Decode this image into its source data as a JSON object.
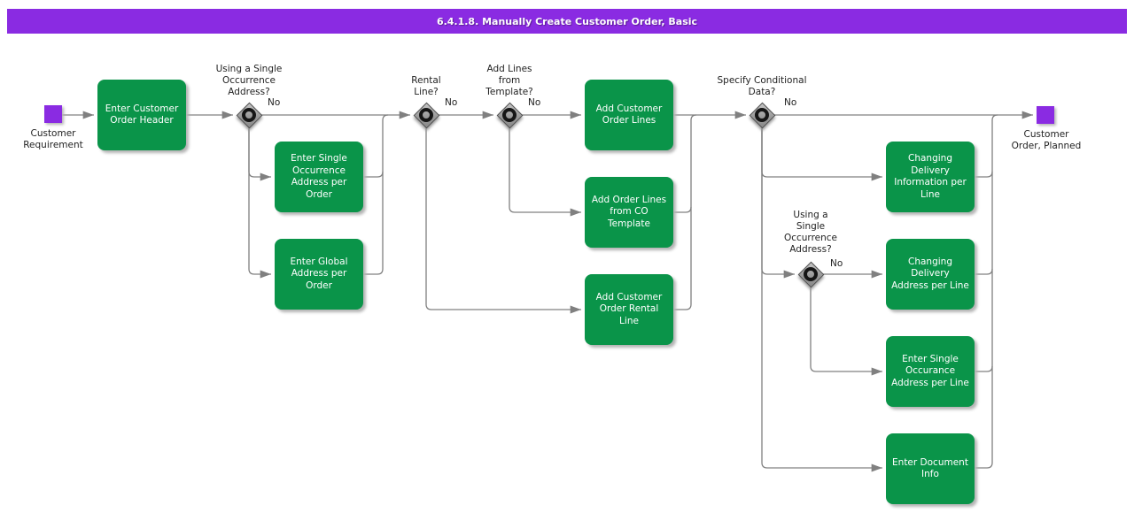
{
  "title_bar": {
    "text": "6.4.1.8. Manually Create Customer Order, Basic"
  },
  "colors": {
    "accent_purple": "#8a2be2",
    "task_green": "#0a9449",
    "connector_gray": "#808080"
  },
  "terminals": {
    "start": {
      "label": "Customer\nRequirement"
    },
    "end": {
      "label": "Customer\nOrder, Planned"
    }
  },
  "tasks": [
    {
      "label": "Enter Customer\nOrder Header"
    },
    {
      "label": "Enter Single\nOccurrence\nAddress per\nOrder"
    },
    {
      "label": "Enter Global\nAddress per\nOrder"
    },
    {
      "label": "Add Customer\nOrder Lines"
    },
    {
      "label": "Add Order Lines\nfrom CO\nTemplate"
    },
    {
      "label": "Add Customer\nOrder Rental\nLine"
    },
    {
      "label": "Changing\nDelivery\nInformation per\nLine"
    },
    {
      "label": "Changing\nDelivery\nAddress per Line"
    },
    {
      "label": "Enter Single\nOccurance\nAddress per Line"
    },
    {
      "label": "Enter Document\nInfo"
    }
  ],
  "decisions": [
    {
      "question": "Using a Single\nOccurrence\nAddress?",
      "no_label": "No"
    },
    {
      "question": "Rental\nLine?",
      "no_label": "No"
    },
    {
      "question": "Add Lines\nfrom\nTemplate?",
      "no_label": "No"
    },
    {
      "question": "Specify Conditional\nData?",
      "no_label": "No"
    },
    {
      "question": "Using a\nSingle\nOccurrence\nAddress?",
      "no_label": "No"
    }
  ]
}
